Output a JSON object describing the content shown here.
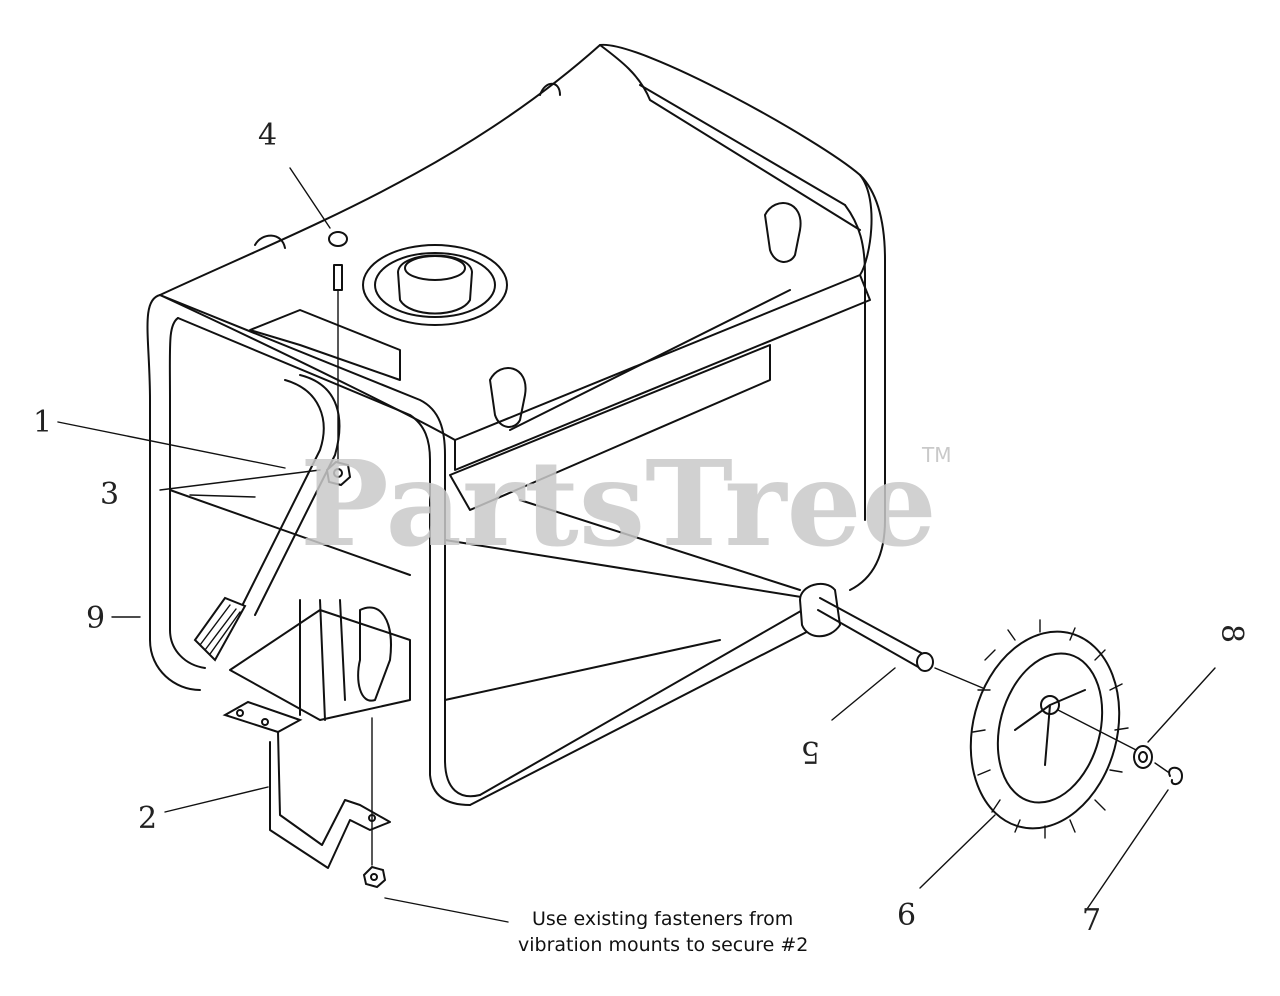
{
  "watermark": {
    "text": "PartsTree",
    "trademark": "TM"
  },
  "callouts": [
    {
      "id": "1",
      "label": "1"
    },
    {
      "id": "2",
      "label": "2"
    },
    {
      "id": "3",
      "label": "3"
    },
    {
      "id": "4",
      "label": "4"
    },
    {
      "id": "5",
      "label": "5"
    },
    {
      "id": "6",
      "label": "6"
    },
    {
      "id": "7",
      "label": "7"
    },
    {
      "id": "8",
      "label": "8"
    },
    {
      "id": "9",
      "label": "9"
    }
  ],
  "note": {
    "line1": "Use existing fasteners from",
    "line2": "vibration mounts to secure #2"
  }
}
